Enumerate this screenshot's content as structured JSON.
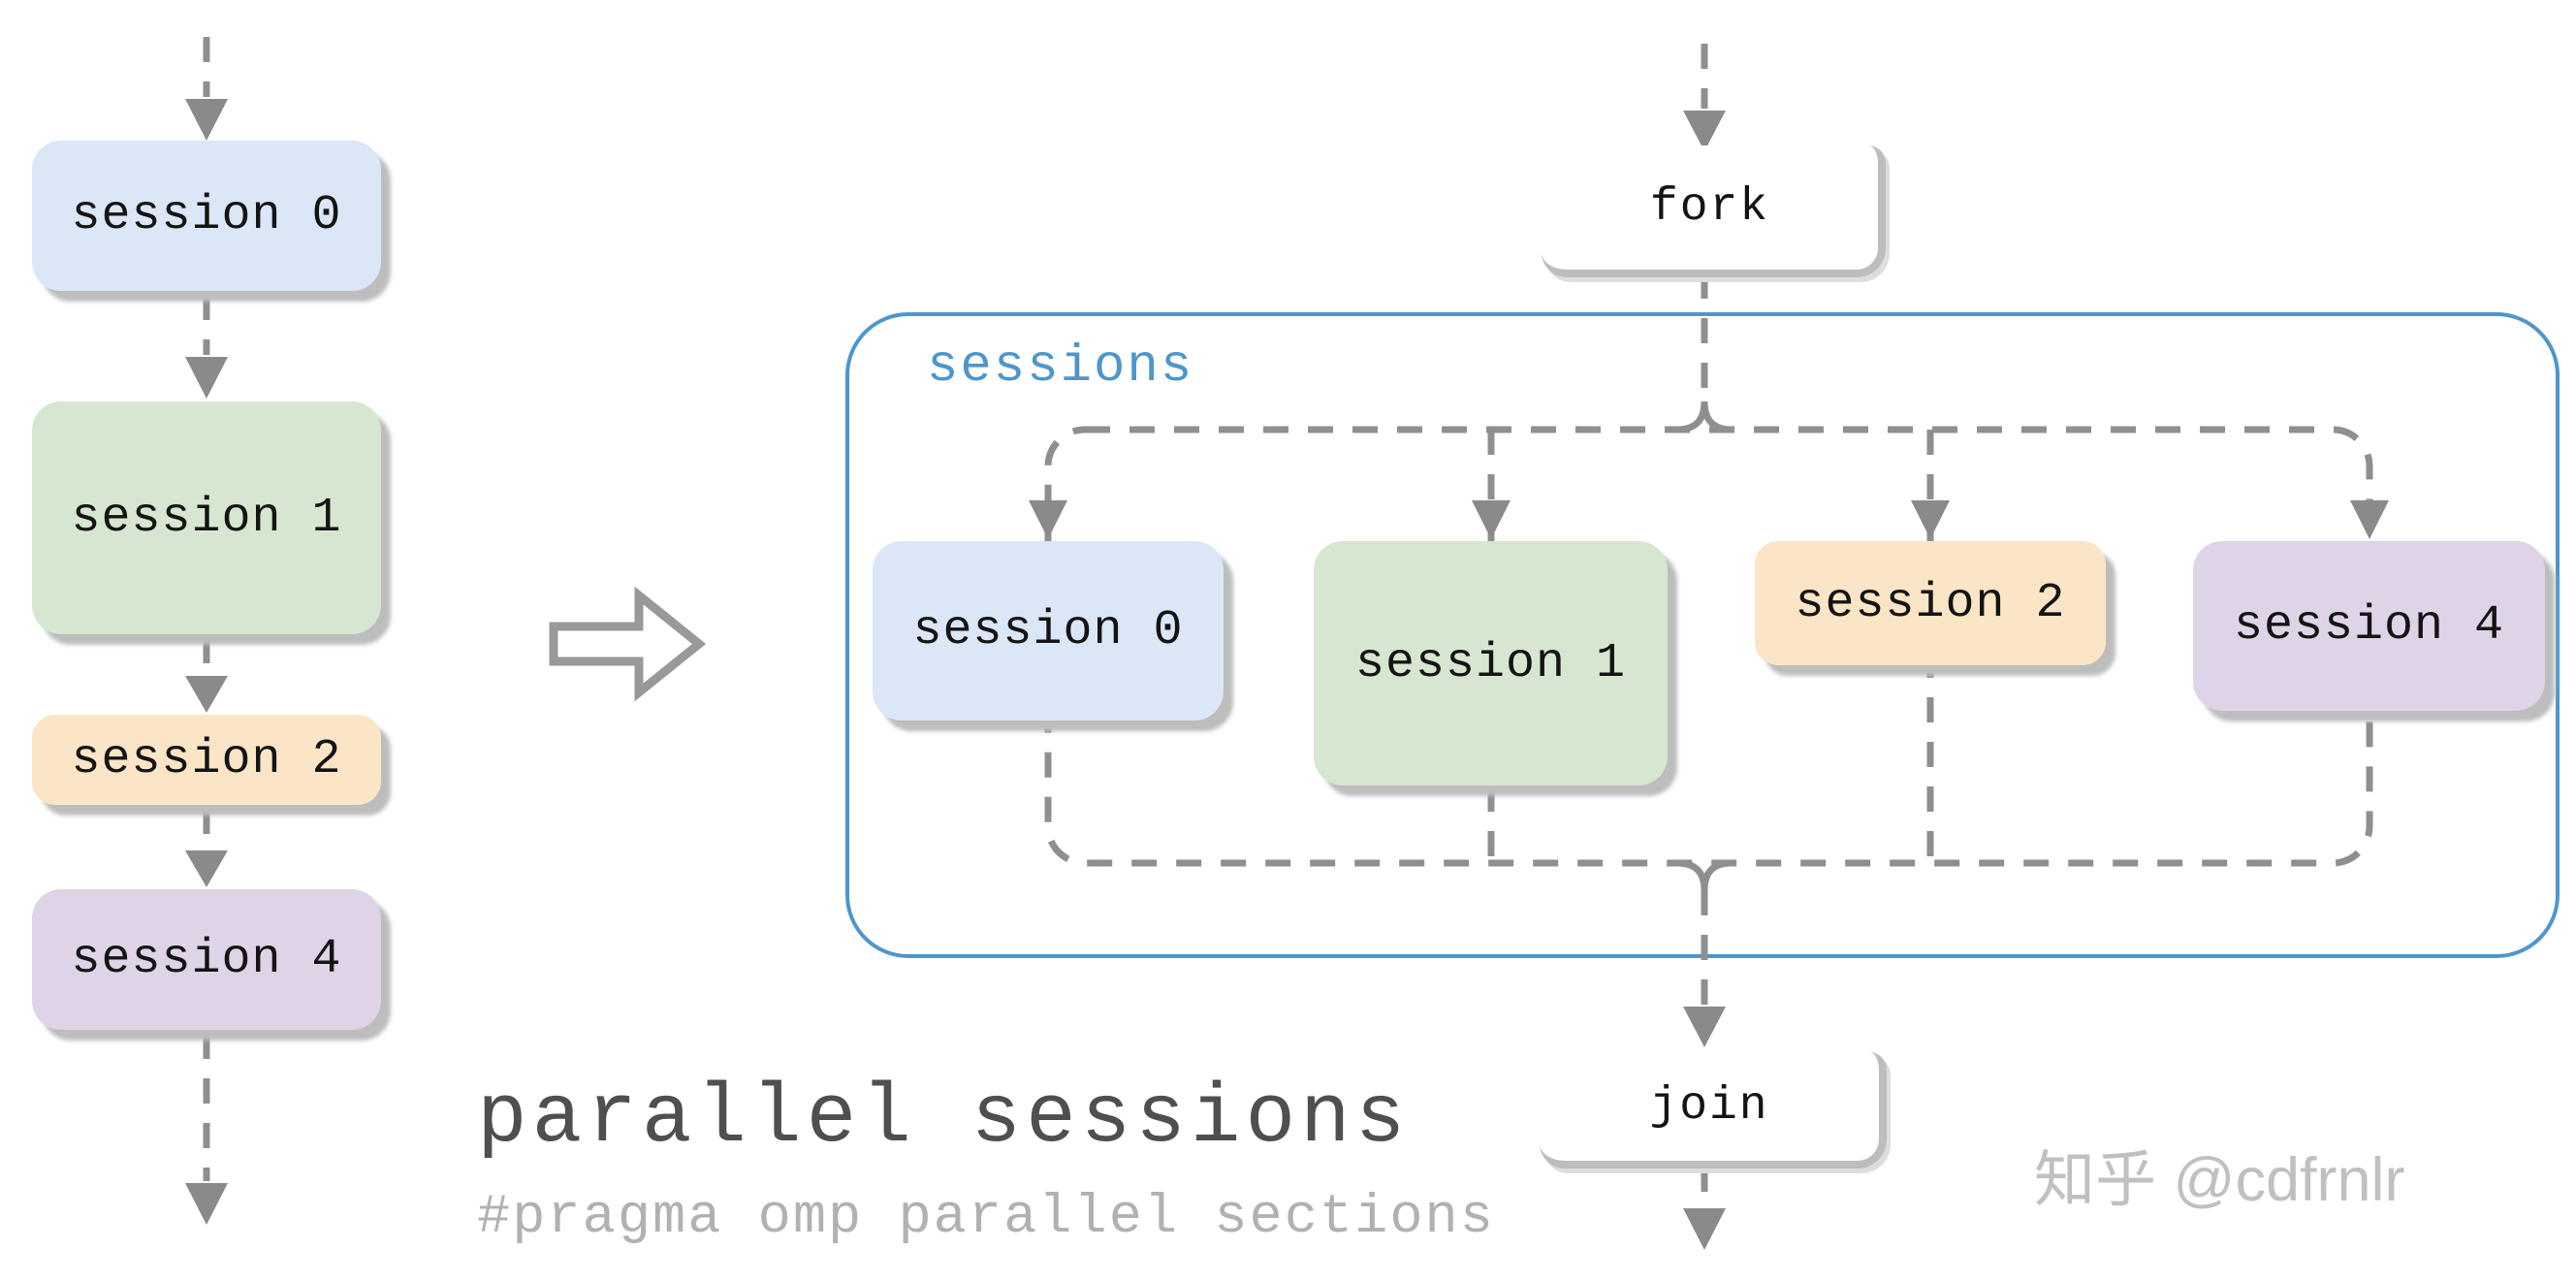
{
  "sessions": [
    {
      "label": "session 0",
      "color": "#dbe6f7"
    },
    {
      "label": "session 1",
      "color": "#d6e6d0"
    },
    {
      "label": "session 2",
      "color": "#fbe5c7"
    },
    {
      "label": "session 4",
      "color": "#ded3e7"
    }
  ],
  "flow": {
    "fork_label": "fork",
    "join_label": "join",
    "container_label": "sessions"
  },
  "caption": {
    "title": "parallel sessions",
    "subtitle": "#pragma omp parallel sections"
  },
  "watermark": "知乎 @cdfrnlr",
  "colors": {
    "accent_blue": "#4e96cc",
    "dash_gray": "#8f8f8f",
    "arrowhead_gray": "#8a8a8a",
    "title_gray": "#4f4f4f",
    "subtitle_gray": "#b1b1b1",
    "watermark_gray": "#c0c0c0",
    "box_shadow_gray": "#bdbdbd",
    "fork_join_border_gray": "#bdbdbd",
    "box_text": "#141414"
  }
}
